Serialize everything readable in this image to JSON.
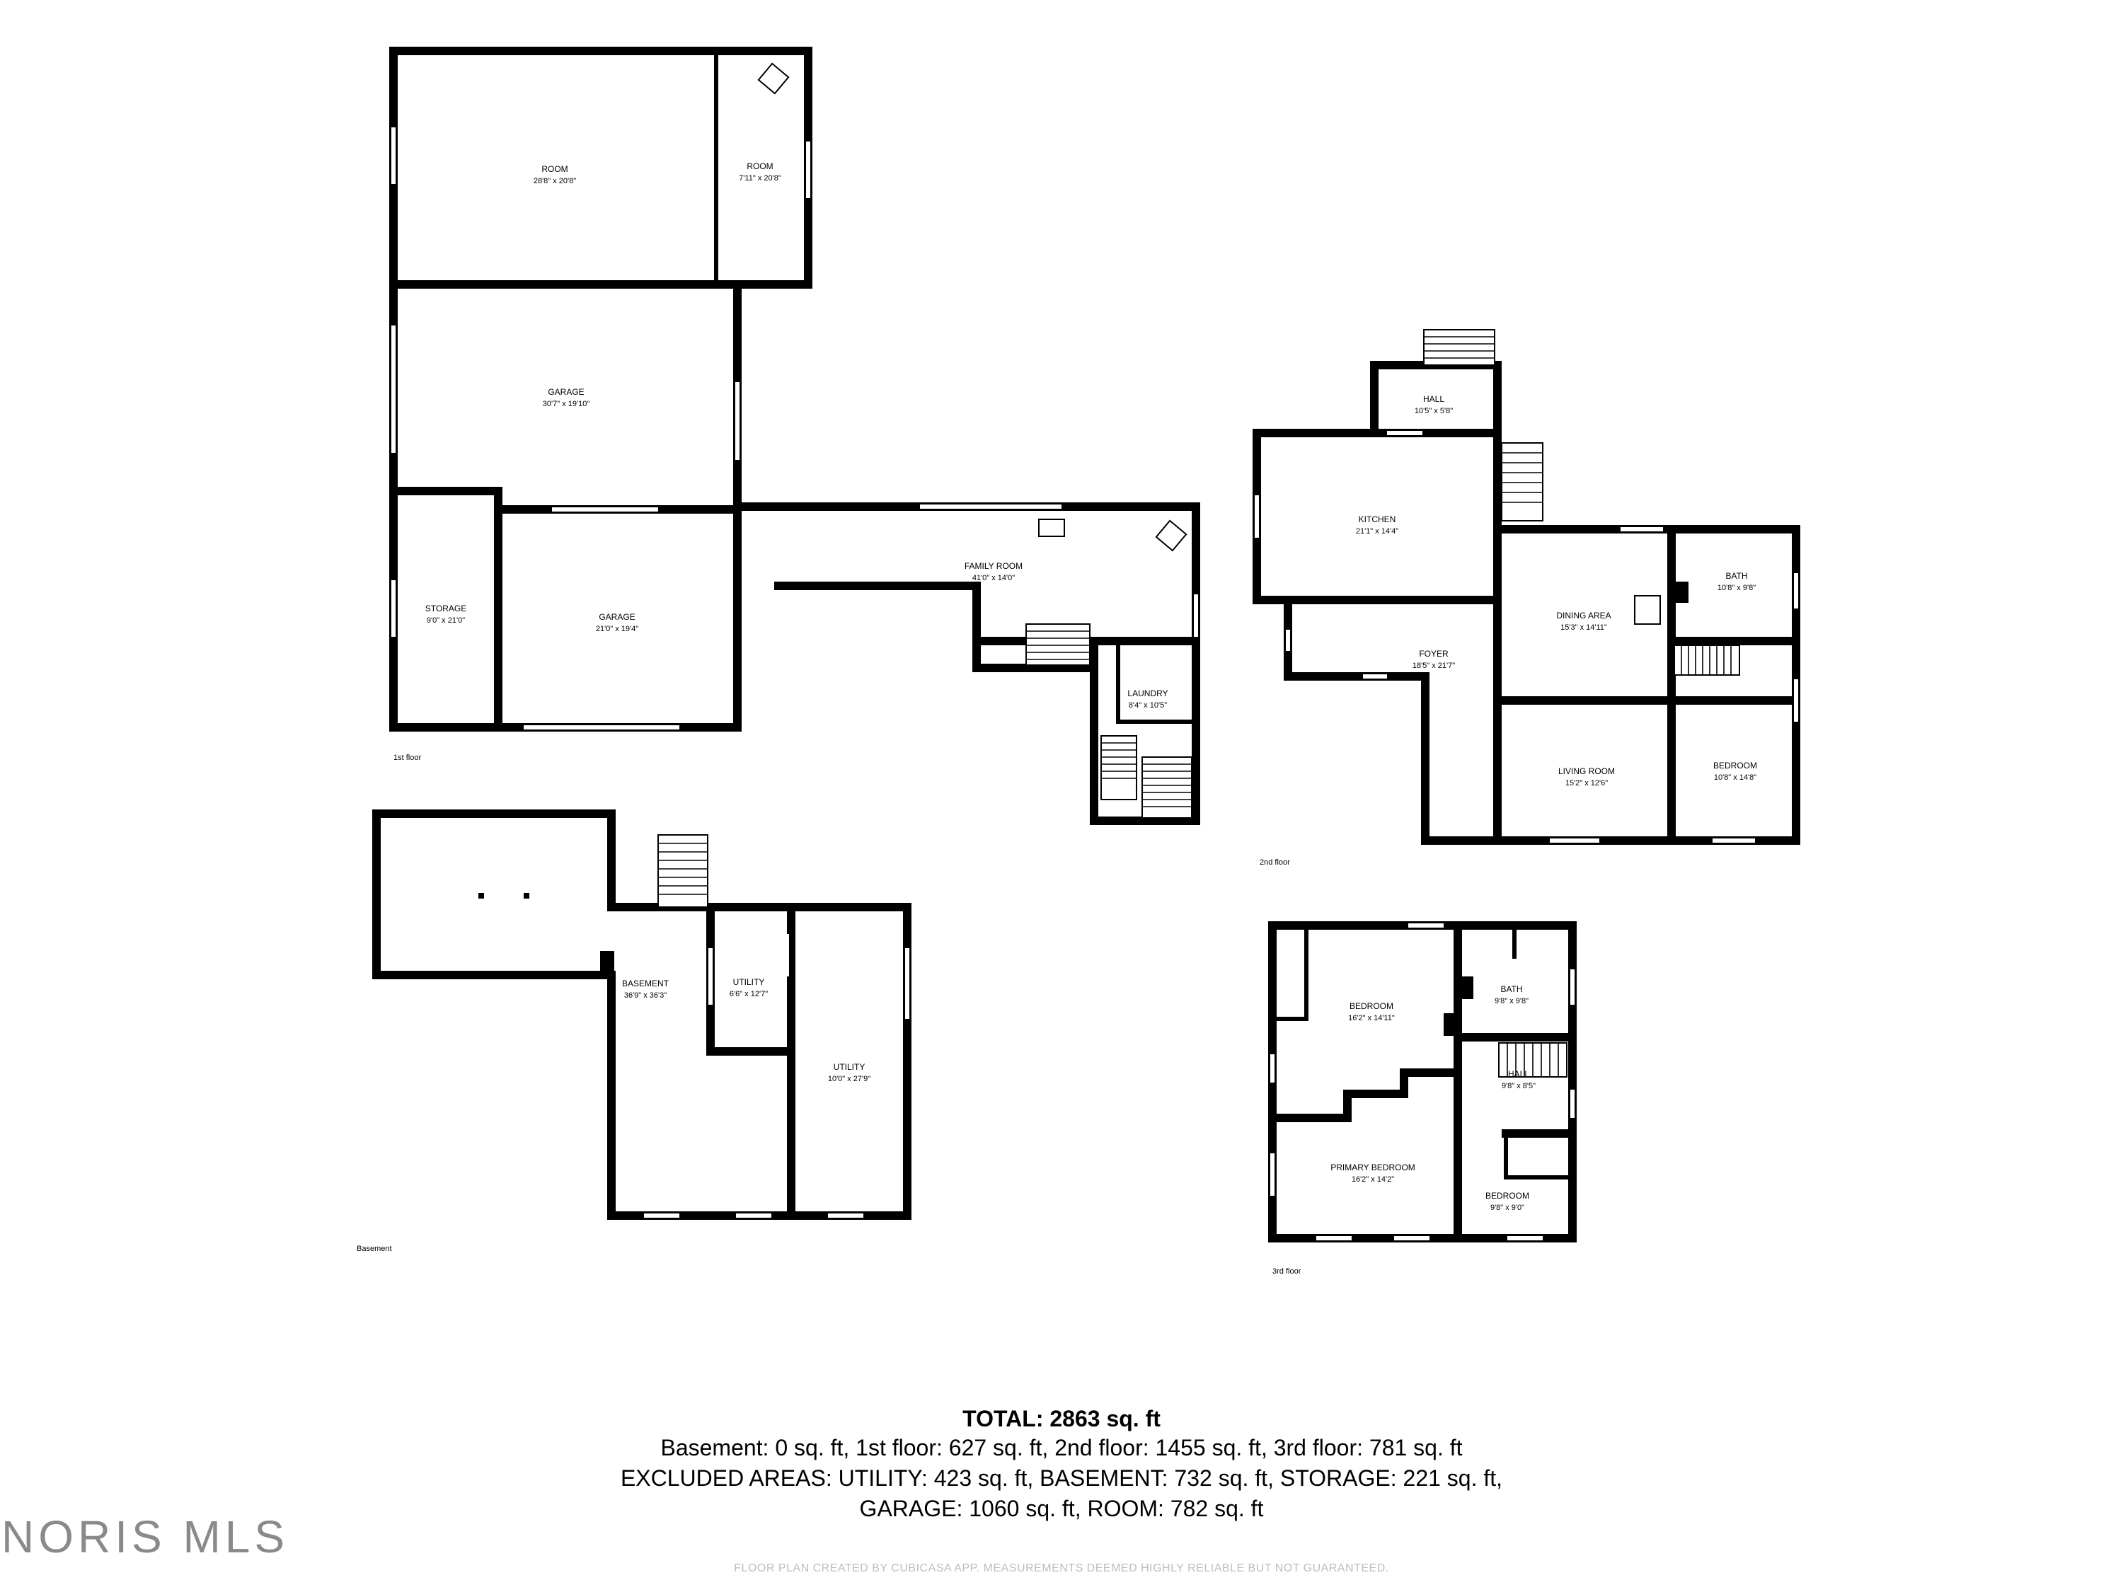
{
  "floors": {
    "first": {
      "label": "1st floor",
      "rooms": {
        "room_large": {
          "name": "ROOM",
          "dims": "28'8\" x 20'8\""
        },
        "room_small": {
          "name": "ROOM",
          "dims": "7'11\" x 20'8\""
        },
        "garage_upper": {
          "name": "GARAGE",
          "dims": "30'7\" x 19'10\""
        },
        "storage": {
          "name": "STORAGE",
          "dims": "9'0\" x 21'0\""
        },
        "garage_lower": {
          "name": "GARAGE",
          "dims": "21'0\" x 19'4\""
        },
        "family_room": {
          "name": "FAMILY ROOM",
          "dims": "41'0\" x 14'0\""
        },
        "laundry": {
          "name": "LAUNDRY",
          "dims": "8'4\" x 10'5\""
        }
      }
    },
    "second": {
      "label": "2nd floor",
      "rooms": {
        "hall": {
          "name": "HALL",
          "dims": "10'5\" x 5'8\""
        },
        "kitchen": {
          "name": "KITCHEN",
          "dims": "21'1\" x 14'4\""
        },
        "dining": {
          "name": "DINING AREA",
          "dims": "15'3\" x 14'11\""
        },
        "bath": {
          "name": "BATH",
          "dims": "10'8\" x 9'8\""
        },
        "foyer": {
          "name": "FOYER",
          "dims": "18'5\" x 21'7\""
        },
        "living": {
          "name": "LIVING ROOM",
          "dims": "15'2\" x 12'6\""
        },
        "bedroom": {
          "name": "BEDROOM",
          "dims": "10'8\" x 14'8\""
        }
      }
    },
    "basement": {
      "label": "Basement",
      "rooms": {
        "basement": {
          "name": "BASEMENT",
          "dims": "36'9\" x 36'3\""
        },
        "utility_small": {
          "name": "UTILITY",
          "dims": "6'6\" x 12'7\""
        },
        "utility_large": {
          "name": "UTILITY",
          "dims": "10'0\" x 27'9\""
        }
      }
    },
    "third": {
      "label": "3rd floor",
      "rooms": {
        "bedroom": {
          "name": "BEDROOM",
          "dims": "16'2\" x 14'11\""
        },
        "bath": {
          "name": "BATH",
          "dims": "9'8\" x 9'8\""
        },
        "hall": {
          "name": "HALL",
          "dims": "9'8\" x 8'5\""
        },
        "primary": {
          "name": "PRIMARY BEDROOM",
          "dims": "16'2\" x 14'2\""
        },
        "bedroom_small": {
          "name": "BEDROOM",
          "dims": "9'8\" x 9'0\""
        }
      }
    }
  },
  "summary": {
    "total": "TOTAL: 2863 sq. ft",
    "line1": "Basement: 0 sq. ft, 1st floor: 627 sq. ft, 2nd floor: 1455 sq. ft, 3rd floor: 781 sq. ft",
    "line2": "EXCLUDED AREAS: UTILITY: 423 sq. ft, BASEMENT: 732 sq. ft, STORAGE: 221 sq. ft,",
    "line3": "GARAGE: 1060 sq. ft, ROOM: 782 sq. ft"
  },
  "credit": "FLOOR PLAN CREATED BY CUBICASA APP. MEASUREMENTS DEEMED HIGHLY RELIABLE BUT NOT GUARANTEED.",
  "watermark": "NORIS MLS",
  "colors": {
    "wall": "#000000",
    "background": "#ffffff",
    "credit": "#bdbdbd",
    "watermark": "#8a8a8a"
  }
}
